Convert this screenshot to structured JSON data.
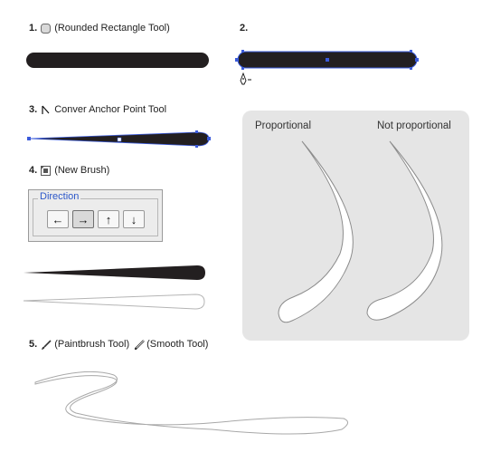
{
  "steps": [
    {
      "num": "1.",
      "text": "(Rounded Rectangle Tool)",
      "icon": "rounded-rect-icon"
    },
    {
      "num": "2.",
      "text": "",
      "icon": ""
    },
    {
      "num": "3.",
      "text": "Conver Anchor Point Tool",
      "icon": "convert-anchor-icon"
    },
    {
      "num": "4.",
      "text": "(New Brush)",
      "icon": "new-brush-icon"
    },
    {
      "num": "5.",
      "text_a": "(Paintbrush Tool)",
      "text_b": "(Smooth Tool)",
      "icon_a": "paintbrush-icon",
      "icon_b": "smooth-tool-icon"
    }
  ],
  "direction": {
    "title": "Direction",
    "buttons": [
      {
        "glyph": "←",
        "name": "left",
        "active": false
      },
      {
        "glyph": "→",
        "name": "right",
        "active": true
      },
      {
        "glyph": "↑",
        "name": "up",
        "active": false
      },
      {
        "glyph": "↓",
        "name": "down",
        "active": false
      }
    ]
  },
  "comparison": {
    "left": "Proportional",
    "right": "Not proportional"
  },
  "colors": {
    "shape": "#231f20",
    "selection": "#3b5bdb",
    "panel": "#e5e5e5",
    "outline": "#b5b5b5"
  }
}
